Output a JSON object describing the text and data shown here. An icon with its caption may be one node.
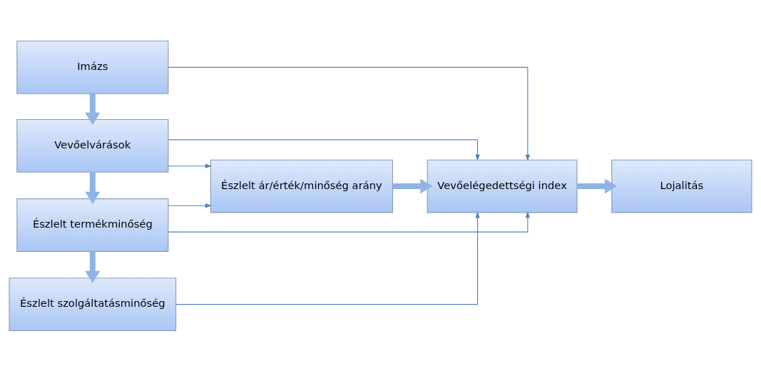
{
  "diagram": {
    "nodes": [
      {
        "text": [
          "Imázs"
        ]
      },
      {
        "text": [
          "Vevőelvárások"
        ]
      },
      {
        "text": [
          "Észlelt termékminőség"
        ]
      },
      {
        "text": [
          "Észlelt szolgáltatásminőség"
        ]
      },
      {
        "text": [
          "Észlelt ár/érték/minőség arány"
        ]
      },
      {
        "text": [
          "Vevőelégedettségi index"
        ]
      },
      {
        "text": [
          "Lojalitás"
        ]
      }
    ],
    "edges": [
      {
        "from": 0,
        "to": 1,
        "arrow": "to",
        "style": "thick",
        "color": "#8eb4e3"
      },
      {
        "from": 1,
        "to": 2,
        "arrow": "to",
        "style": "thick",
        "color": "#8eb4e3"
      },
      {
        "from": 2,
        "to": 3,
        "arrow": "to",
        "style": "thick",
        "color": "#8eb4e3"
      },
      {
        "from": 0,
        "to": 5,
        "arrow": "to"
      },
      {
        "from": 1,
        "to": 4,
        "arrow": "to"
      },
      {
        "from": 1,
        "to": 5,
        "arrow": "to"
      },
      {
        "from": 2,
        "to": 4,
        "arrow": "to"
      },
      {
        "from": 2,
        "to": 5,
        "arrow": "to"
      },
      {
        "from": 3,
        "to": 5,
        "arrow": "to"
      },
      {
        "from": 4,
        "to": 5,
        "arrow": "to",
        "style": "thick",
        "color": "#8eb4e3"
      },
      {
        "from": 5,
        "to": 6,
        "arrow": "to",
        "style": "thick",
        "color": "#8eb4e3"
      }
    ]
  }
}
